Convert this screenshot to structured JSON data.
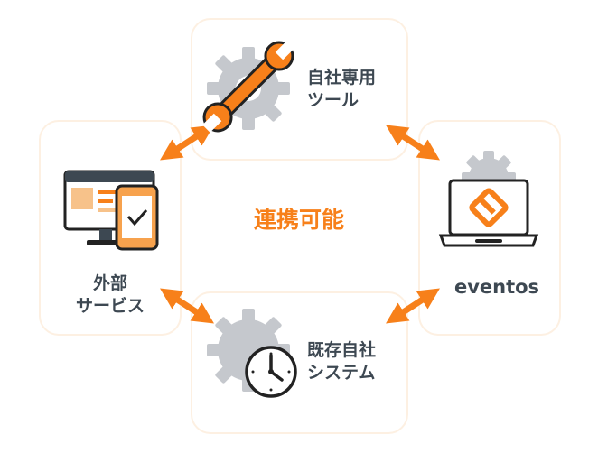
{
  "center": {
    "title": "連携可能"
  },
  "nodes": {
    "top": {
      "line1": "自社専用",
      "line2": "ツール"
    },
    "left": {
      "line1": "外部",
      "line2": "サービス"
    },
    "right": {
      "line1": "eventos"
    },
    "bottom": {
      "line1": "既存自社",
      "line2": "システム"
    }
  },
  "colors": {
    "accent": "#f7801a",
    "text": "#3d4852",
    "gear": "#c5c8cd",
    "card_border": "#fdf0e2"
  },
  "icons": {
    "top": "wrench-gear-icon",
    "left": "monitor-phone-icon",
    "right": "laptop-eventos-logo-icon",
    "bottom": "clock-gear-icon"
  }
}
